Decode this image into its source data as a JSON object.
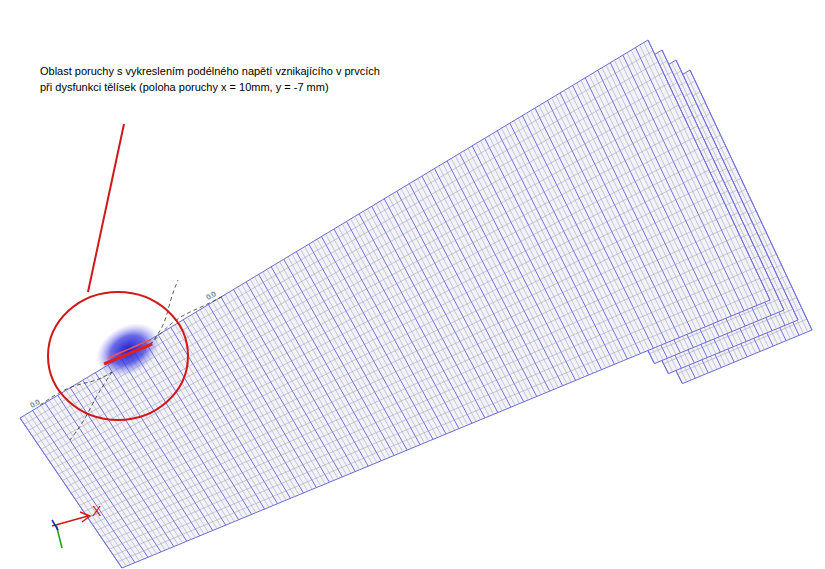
{
  "diagram": {
    "labels": [
      "Oblast poruchy s vykreslením podélného napětí vznikajícího v prvcích při dysfunkci tělísek (poloha poruchy x = 10mm, y = -7 mm)",
      "X",
      "0.0",
      "0.0"
    ]
  }
}
